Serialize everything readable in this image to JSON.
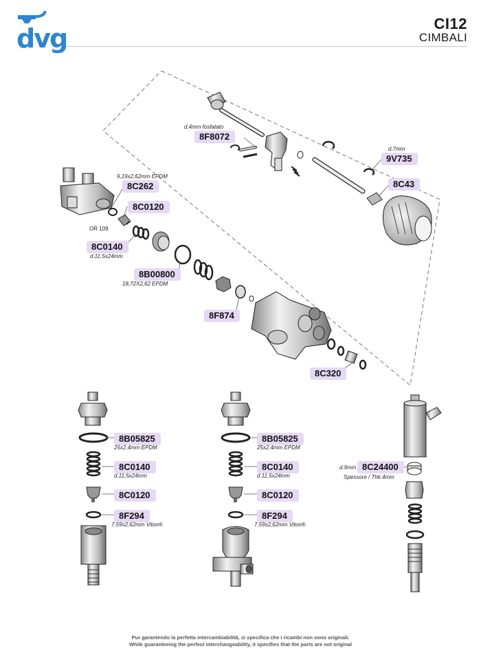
{
  "header": {
    "logo_text": "dvg",
    "model": "CI12",
    "brand": "CIMBALI",
    "logo_color": "#2e86d1"
  },
  "label_color": "#e6d9f5",
  "parts": {
    "p8F8072": {
      "code": "8F8072",
      "note": "d.4mm fosfatato"
    },
    "p9V735": {
      "code": "9V735",
      "note": "d.7mm"
    },
    "p8C43": {
      "code": "8C43"
    },
    "p8C262": {
      "code": "8C262",
      "note": "9,19x2,62mm EPDM"
    },
    "p8C0120_top": {
      "code": "8C0120"
    },
    "or109": {
      "note": "OR 109"
    },
    "p8C0140_top": {
      "code": "8C0140",
      "note": "d.11,5x24mm"
    },
    "p8B00800": {
      "code": "8B00800",
      "note": "18,72X2,62 EPDM"
    },
    "p8F874": {
      "code": "8F874"
    },
    "p8C320": {
      "code": "8C320"
    },
    "left_stack": {
      "p8B05825": {
        "code": "8B05825",
        "note": "25x2,4mm EPDM"
      },
      "p8C0140": {
        "code": "8C0140",
        "note": "d.11,5x24mm"
      },
      "p8C0120": {
        "code": "8C0120"
      },
      "p8F294": {
        "code": "8F294",
        "note": "7,59x2,62mm Viton®"
      }
    },
    "mid_stack": {
      "p8B05825": {
        "code": "8B05825",
        "note": "25x2,4mm EPDM"
      },
      "p8C0140": {
        "code": "8C0140",
        "note": "d.11,5x24mm"
      },
      "p8C0120": {
        "code": "8C0120"
      },
      "p8F294": {
        "code": "8F294",
        "note": "7,59x2,62mm Viton®"
      }
    },
    "p8C24400": {
      "code": "8C24400",
      "note_left": "d.9mm",
      "note_below": "Spessore / Thk.4mm"
    }
  },
  "footer": {
    "line1": "Pur garantendo la perfetta intercambiabilità, si specifica che i ricambi non sono originali.",
    "line2": "While guaranteeing the perfect interchangeability, it specifies that the parts are not original"
  }
}
